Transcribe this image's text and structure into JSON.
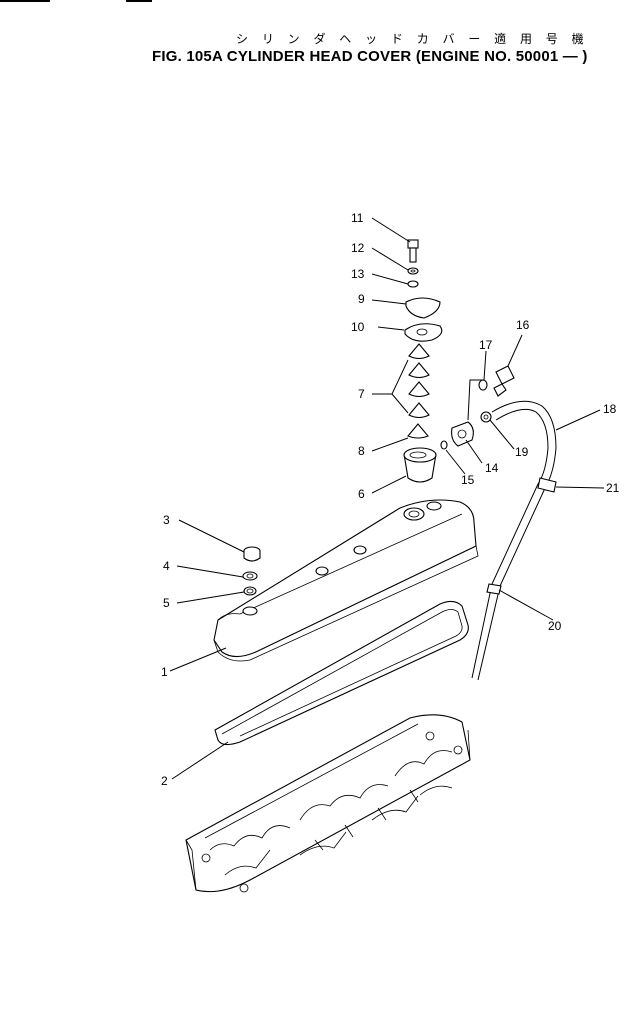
{
  "header": {
    "title_jp": "シ リ ン ダ ヘ ッ ド カ バ ー  適 用 号 機",
    "title_en": "FIG. 105A  CYLINDER HEAD COVER (ENGINE NO. 50001 — )"
  },
  "callouts": [
    {
      "id": "1",
      "label": "1"
    },
    {
      "id": "2",
      "label": "2"
    },
    {
      "id": "3",
      "label": "3"
    },
    {
      "id": "4",
      "label": "4"
    },
    {
      "id": "5",
      "label": "5"
    },
    {
      "id": "6",
      "label": "6"
    },
    {
      "id": "7",
      "label": "7"
    },
    {
      "id": "8",
      "label": "8"
    },
    {
      "id": "9",
      "label": "9"
    },
    {
      "id": "10",
      "label": "10"
    },
    {
      "id": "11",
      "label": "11"
    },
    {
      "id": "12",
      "label": "12"
    },
    {
      "id": "13",
      "label": "13"
    },
    {
      "id": "14",
      "label": "14"
    },
    {
      "id": "15",
      "label": "15"
    },
    {
      "id": "16",
      "label": "16"
    },
    {
      "id": "17",
      "label": "17"
    },
    {
      "id": "18",
      "label": "18"
    },
    {
      "id": "19",
      "label": "19"
    },
    {
      "id": "20",
      "label": "20"
    },
    {
      "id": "21",
      "label": "21"
    }
  ]
}
